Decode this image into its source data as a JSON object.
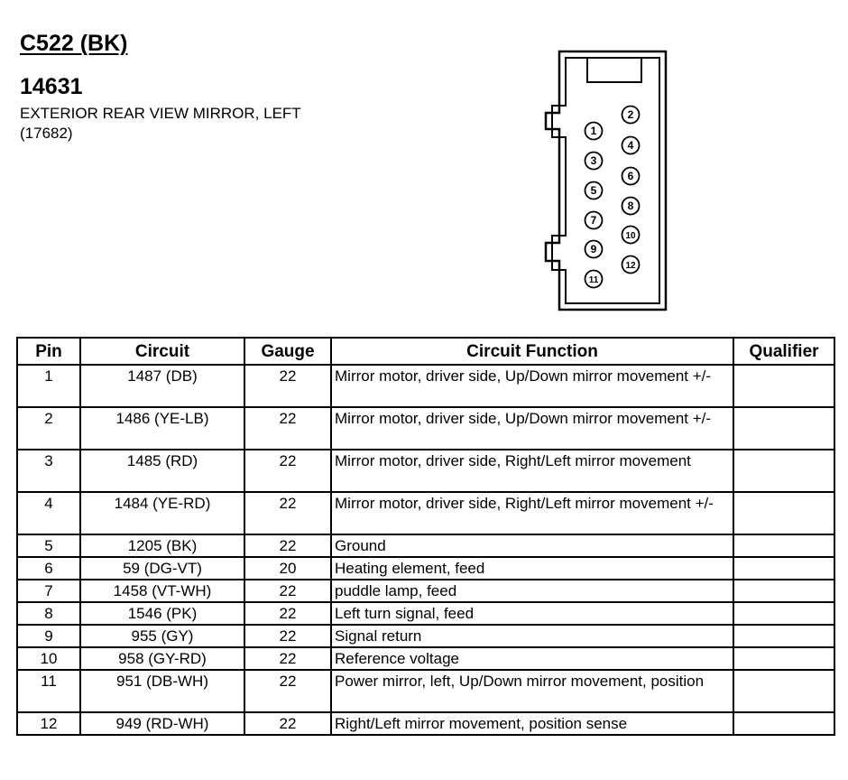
{
  "header": {
    "connector_id": "C522 (BK)",
    "part_number": "14631",
    "description_line1": "EXTERIOR REAR VIEW MIRROR, LEFT",
    "description_line2": "(17682)"
  },
  "diagram": {
    "pins": [
      "1",
      "2",
      "3",
      "4",
      "5",
      "6",
      "7",
      "8",
      "9",
      "10",
      "11",
      "12"
    ]
  },
  "table": {
    "headers": [
      "Pin",
      "Circuit",
      "Gauge",
      "Circuit Function",
      "Qualifier"
    ],
    "rows": [
      {
        "pin": "1",
        "circuit": "1487 (DB)",
        "gauge": "22",
        "function": "Mirror motor, driver side, Up/Down mirror movement +/-",
        "qualifier": ""
      },
      {
        "pin": "2",
        "circuit": "1486 (YE-LB)",
        "gauge": "22",
        "function": "Mirror motor, driver side, Up/Down mirror movement +/-",
        "qualifier": ""
      },
      {
        "pin": "3",
        "circuit": "1485 (RD)",
        "gauge": "22",
        "function": "Mirror motor, driver side, Right/Left mirror movement",
        "qualifier": ""
      },
      {
        "pin": "4",
        "circuit": "1484 (YE-RD)",
        "gauge": "22",
        "function": "Mirror motor, driver side, Right/Left mirror movement +/-",
        "qualifier": ""
      },
      {
        "pin": "5",
        "circuit": "1205 (BK)",
        "gauge": "22",
        "function": "Ground",
        "qualifier": ""
      },
      {
        "pin": "6",
        "circuit": "59 (DG-VT)",
        "gauge": "20",
        "function": "Heating element, feed",
        "qualifier": ""
      },
      {
        "pin": "7",
        "circuit": "1458 (VT-WH)",
        "gauge": "22",
        "function": "puddle lamp, feed",
        "qualifier": ""
      },
      {
        "pin": "8",
        "circuit": "1546 (PK)",
        "gauge": "22",
        "function": "Left turn signal, feed",
        "qualifier": ""
      },
      {
        "pin": "9",
        "circuit": "955 (GY)",
        "gauge": "22",
        "function": "Signal return",
        "qualifier": ""
      },
      {
        "pin": "10",
        "circuit": "958 (GY-RD)",
        "gauge": "22",
        "function": "Reference voltage",
        "qualifier": ""
      },
      {
        "pin": "11",
        "circuit": "951 (DB-WH)",
        "gauge": "22",
        "function": "Power mirror, left, Up/Down mirror movement, position",
        "qualifier": ""
      },
      {
        "pin": "12",
        "circuit": "949 (RD-WH)",
        "gauge": "22",
        "function": "Right/Left mirror movement, position sense",
        "qualifier": ""
      }
    ]
  }
}
